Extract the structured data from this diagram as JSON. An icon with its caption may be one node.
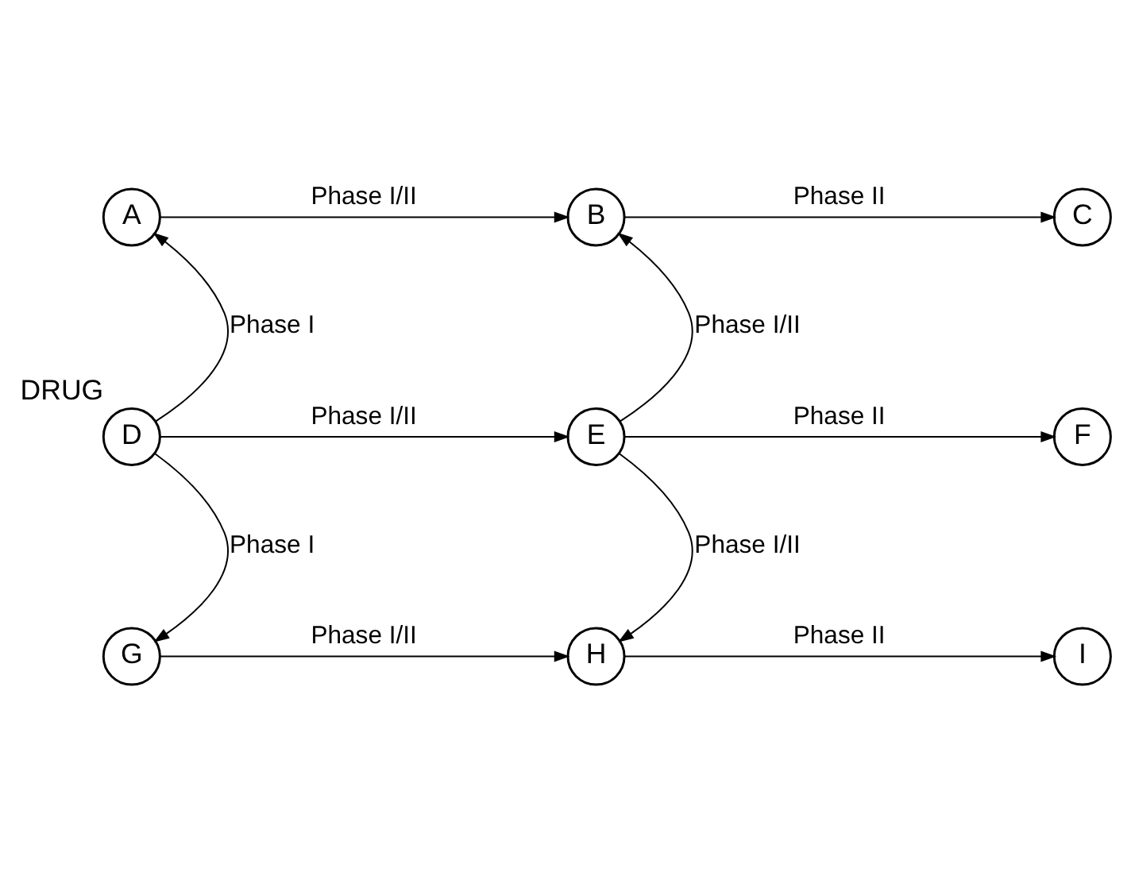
{
  "diagram": {
    "nodes": [
      {
        "text": [
          "A"
        ]
      },
      {
        "text": [
          "B"
        ]
      },
      {
        "text": [
          "C"
        ]
      },
      {
        "text": [
          "D"
        ],
        "beside": [
          "DRUG"
        ]
      },
      {
        "text": [
          "E"
        ]
      },
      {
        "text": [
          "F"
        ]
      },
      {
        "text": [
          "G"
        ]
      },
      {
        "text": [
          "H"
        ]
      },
      {
        "text": [
          "I"
        ]
      }
    ],
    "edges": [
      {
        "from": 3,
        "to": 0,
        "arrow": "to",
        "label": "Phase I"
      },
      {
        "from": 0,
        "to": 1,
        "arrow": "to",
        "label": "Phase I/II"
      },
      {
        "from": 1,
        "to": 2,
        "arrow": "to",
        "label": "Phase II"
      },
      {
        "from": 3,
        "to": 4,
        "arrow": "to",
        "label": "Phase I/II"
      },
      {
        "from": 4,
        "to": 1,
        "arrow": "to",
        "label": "Phase I/II"
      },
      {
        "from": 4,
        "to": 5,
        "arrow": "to",
        "label": "Phase II"
      },
      {
        "from": 3,
        "to": 6,
        "arrow": "to",
        "label": "Phase I"
      },
      {
        "from": 4,
        "to": 7,
        "arrow": "to",
        "label": "Phase I/II"
      },
      {
        "from": 6,
        "to": 7,
        "arrow": "to",
        "label": "Phase I/II"
      },
      {
        "from": 7,
        "to": 8,
        "arrow": "to",
        "label": "Phase II"
      }
    ]
  }
}
